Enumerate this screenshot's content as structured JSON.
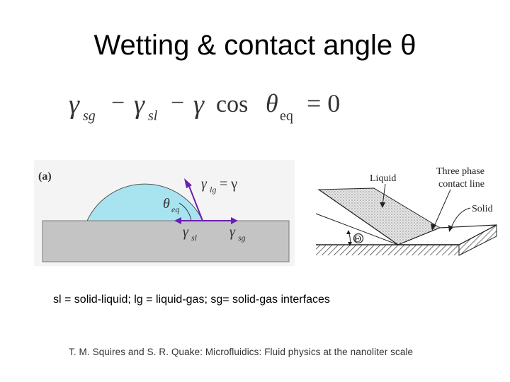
{
  "slide": {
    "title": "Wetting & contact angle θ",
    "caption": "sl = solid-liquid; lg = liquid-gas; sg= solid-gas interfaces",
    "reference": "T. M. Squires and S. R. Quake: Microfluidics: Fluid physics at the nanoliter scale"
  },
  "equation": {
    "gamma_sg": "γ",
    "sub_sg": "sg",
    "minus1": "−",
    "gamma_sl": "γ",
    "sub_sl": "sl",
    "minus2": "−",
    "gamma": "γ",
    "cos": "cos",
    "theta": "θ",
    "sub_eq": "eq",
    "equals_zero": "= 0"
  },
  "figure_a": {
    "panel_label": "(a)",
    "theta_label": "θ",
    "theta_sub": "eq",
    "gamma_lg": "γ",
    "gamma_lg_sub": "lg",
    "gamma_lg_rhs": "= γ",
    "gamma_sl": "γ",
    "gamma_sl_sub": "sl",
    "gamma_sg": "γ",
    "gamma_sg_sub": "sg",
    "colors": {
      "droplet": "#a8e4f0",
      "substrate": "#c4c4c4",
      "arrows": "#6a1fb0"
    }
  },
  "figure_b": {
    "liquid_label": "Liquid",
    "contact_line_label_1": "Three phase",
    "contact_line_label_2": "contact line",
    "solid_label": "Solid",
    "angle_label": "Θ"
  }
}
